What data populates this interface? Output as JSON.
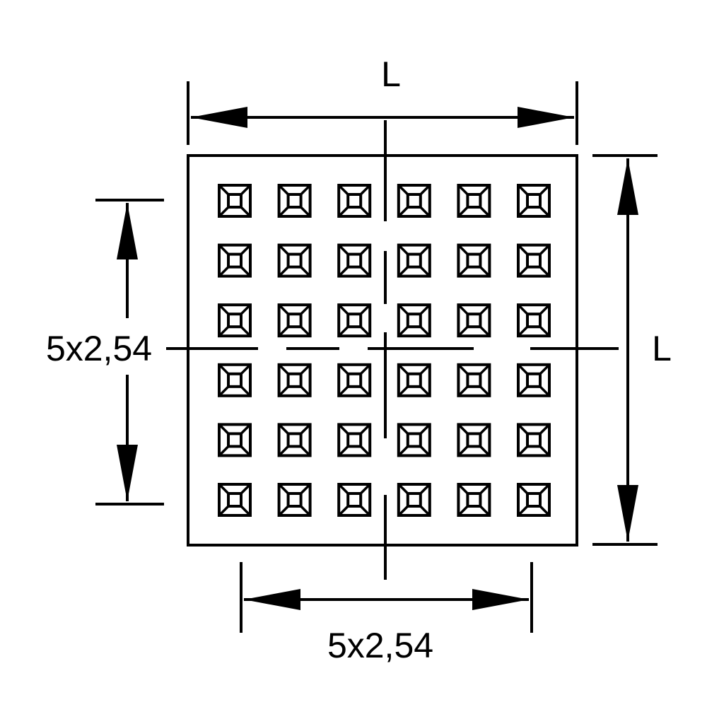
{
  "labels": {
    "top_dimension": "L",
    "right_dimension": "L",
    "left_dimension": "5x2,54",
    "bottom_dimension": "5x2,54"
  },
  "grid": {
    "rows": 6,
    "columns": 6
  },
  "colors": {
    "line": "#000000",
    "background": "#ffffff"
  }
}
